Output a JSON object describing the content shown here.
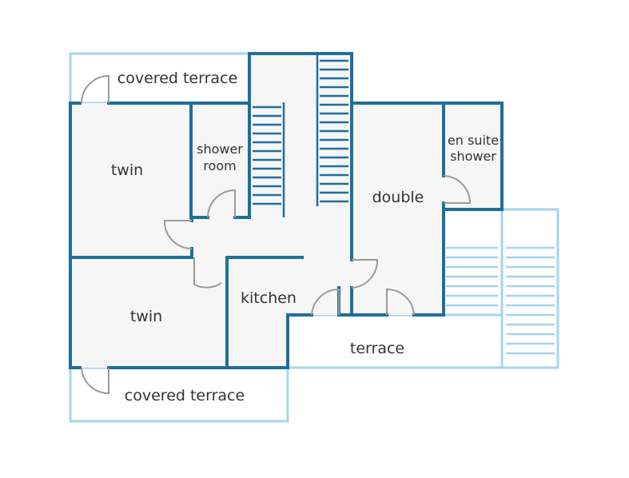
{
  "labels": {
    "covered_terrace_top": "covered terrace",
    "twin_top": "twin",
    "shower_room_1": "shower",
    "shower_room_2": "room",
    "en_suite_1": "en suite",
    "en_suite_2": "shower",
    "double": "double",
    "kitchen": "kitchen",
    "twin_bottom": "twin",
    "terrace": "terrace",
    "covered_terrace_bottom": "covered terrace"
  },
  "colors": {
    "wall": "#1f6e9c",
    "terrace_outline": "#a6d4ec",
    "stair": "#1f6e9c",
    "outdoor_stair": "#a6d4ec",
    "room_fill": "#f6f6f6",
    "door": "#9a9a9a",
    "text": "#333333"
  }
}
